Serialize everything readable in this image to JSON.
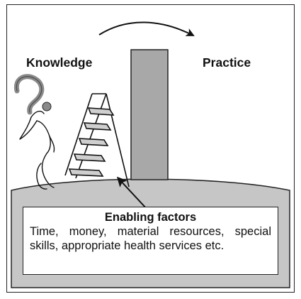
{
  "diagram": {
    "left_label": "Knowledge",
    "right_label": "Practice",
    "box_title": "Enabling factors",
    "box_text": "Time, money, material resources, special skills, appropriate health services etc.",
    "colors": {
      "ground": "#c6c6c6",
      "wall": "#a8a8a8",
      "outline": "#222222",
      "step_fill": "#cfcfcf"
    }
  }
}
